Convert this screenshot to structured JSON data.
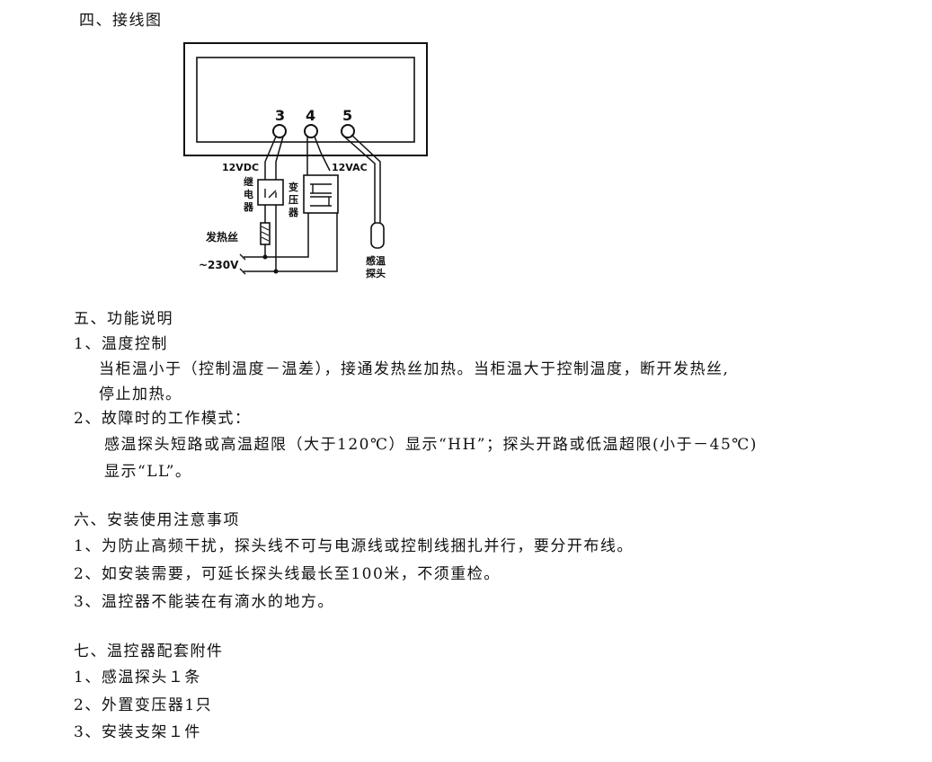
{
  "section4": {
    "title": "四、接线图"
  },
  "diagram": {
    "terminals": [
      "3",
      "4",
      "5"
    ],
    "label_12vdc": "12VDC",
    "label_12vac": "12VAC",
    "relay_label": [
      "继",
      "电",
      "器"
    ],
    "transformer_label": [
      "变",
      "压",
      "器"
    ],
    "heater_label": "发热丝",
    "power_label": "~230V",
    "probe_label": [
      "感温",
      "探头"
    ]
  },
  "section5": {
    "title": "五、功能说明",
    "item1_title": "1、温度控制",
    "item1_line1": "当柜温小于（控制温度－温差），接通发热丝加热。当柜温大于控制温度，断开发热丝,",
    "item1_line2": "停止加热。",
    "item2_title": "2、故障时的工作模式：",
    "item2_line1": "感温探头短路或高温超限（大于120℃）显示“HH”；探头开路或低温超限(小于－45℃)",
    "item2_line2": "显示“LL”。"
  },
  "section6": {
    "title": "六、安装使用注意事项",
    "items": [
      "1、为防止高频干扰，探头线不可与电源线或控制线捆扎并行，要分开布线。",
      "2、如安装需要，可延长探头线最长至100米，不须重检。",
      "3、温控器不能装在有滴水的地方。"
    ]
  },
  "section7": {
    "title": "七、温控器配套附件",
    "items": [
      "1、感温探头１条",
      "2、外置变压器1只",
      "3、安装支架１件"
    ]
  }
}
